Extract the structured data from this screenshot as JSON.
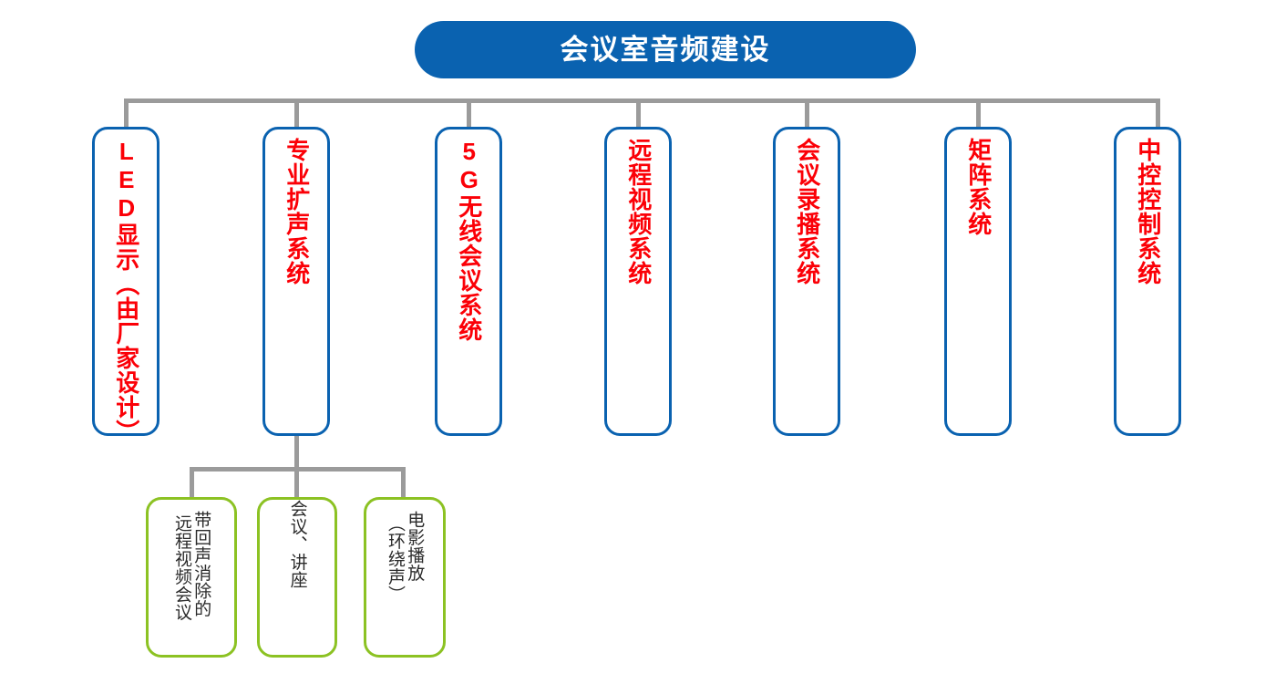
{
  "diagram": {
    "title_node": {
      "label": "会议室音频建设",
      "bg_color": "#0a62b0",
      "text_color": "#ffffff"
    },
    "level1_color": "#0a62b0",
    "level1_text_color": "#fb0007",
    "level2_color": "#8cc223",
    "level2_text_color": "#2b2b2b",
    "connector_color": "#9b9b9b",
    "level1_nodes": [
      {
        "label": "LED显示（由厂家设计）",
        "name": "led-display"
      },
      {
        "label": "专业扩声系统",
        "name": "pro-sound-reinforcement"
      },
      {
        "label": "5G无线会议系统",
        "name": "5g-wireless-conference"
      },
      {
        "label": "远程视频系统",
        "name": "remote-video"
      },
      {
        "label": "会议录播系统",
        "name": "conference-recording"
      },
      {
        "label": "矩阵系统",
        "name": "matrix-system"
      },
      {
        "label": "中控控制系统",
        "name": "central-control"
      }
    ],
    "level2_nodes": [
      {
        "name": "echo-cancel-remote-video-conference",
        "col_right": "带回声消除的",
        "col_left": "远程视频会议"
      },
      {
        "name": "meeting-lecture",
        "col_right": "会议、讲座",
        "col_left": ""
      },
      {
        "name": "movie-playback-surround",
        "col_right": "电影播放",
        "col_left": "（环绕声）"
      }
    ]
  }
}
